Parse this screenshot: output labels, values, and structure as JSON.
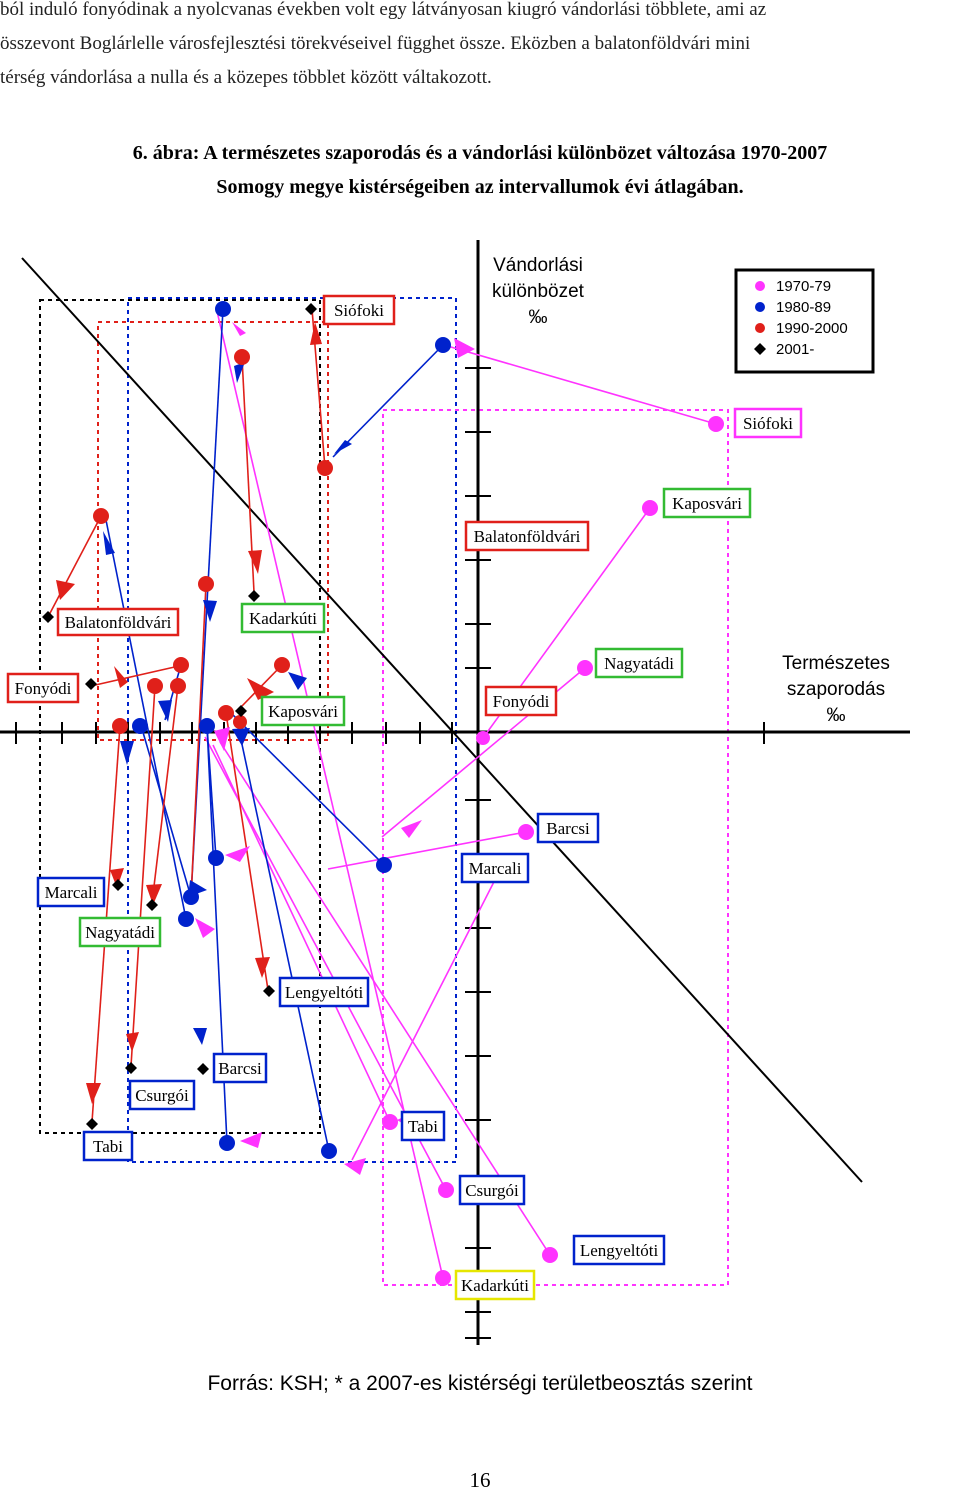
{
  "paragraph": {
    "lines": [
      "ból induló fonyódinak a nyolcvanas években volt egy látványosan kiugró vándorlási többlete, ami az",
      "összevont Boglárlelle városfejlesztési törekvéseivel függhet össze. Eközben a balatonföldvári mini",
      "térség vándorlása a nulla és a közepes többlet között váltakozott."
    ]
  },
  "caption": {
    "line1": "6. ábra: A természetes szaporodás és a vándorlási különbözet változása 1970-2007",
    "line2": "Somogy megye kistérségeiben az intervallumok évi átlagában."
  },
  "chart_data": {
    "type": "scatter",
    "ylabel_lines": [
      "Vándorlási",
      "különbözet",
      "‰"
    ],
    "xlabel_lines": [
      "Természetes",
      "szaporodás",
      "‰"
    ],
    "legend": [
      {
        "label": "1970-79",
        "marker": "circle",
        "color": "#ff33ff"
      },
      {
        "label": "1980-89",
        "marker": "circle",
        "color": "#0022cc"
      },
      {
        "label": "1990-2000",
        "marker": "circle",
        "color": "#e0201a"
      },
      {
        "label": "2001-",
        "marker": "diamond",
        "color": "#000000"
      }
    ],
    "region_labels": [
      {
        "text": "Siófoki",
        "border": "#e0201a"
      },
      {
        "text": "Siófoki",
        "border": "#ff33ff"
      },
      {
        "text": "Kaposvári",
        "border": "#33bb33"
      },
      {
        "text": "Balatonföldvári",
        "border": "#e0201a"
      },
      {
        "text": "Balatonföldvári",
        "border": "#e0201a"
      },
      {
        "text": "Kadarkúti",
        "border": "#33bb33"
      },
      {
        "text": "Fonyódi",
        "border": "#e0201a"
      },
      {
        "text": "Kaposvári",
        "border": "#33bb33"
      },
      {
        "text": "Fonyódi",
        "border": "#e0201a"
      },
      {
        "text": "Nagyatádi",
        "border": "#33bb33"
      },
      {
        "text": "Barcsi",
        "border": "#0022cc"
      },
      {
        "text": "Marcali",
        "border": "#0022cc"
      },
      {
        "text": "Marcali",
        "border": "#0022cc"
      },
      {
        "text": "Nagyatádi",
        "border": "#33bb33"
      },
      {
        "text": "Lengyeltóti",
        "border": "#0022cc"
      },
      {
        "text": "Barcsi",
        "border": "#0022cc"
      },
      {
        "text": "Csurgói",
        "border": "#0022cc"
      },
      {
        "text": "Tabi",
        "border": "#0022cc"
      },
      {
        "text": "Tabi",
        "border": "#0022cc"
      },
      {
        "text": "Csurgói",
        "border": "#0022cc"
      },
      {
        "text": "Lengyeltóti",
        "border": "#0022cc"
      },
      {
        "text": "Kadarkúti",
        "border": "#e6e600"
      }
    ]
  },
  "source": "Forrás: KSH; * a 2007-es kistérségi területbeosztás szerint",
  "page_number": "16"
}
